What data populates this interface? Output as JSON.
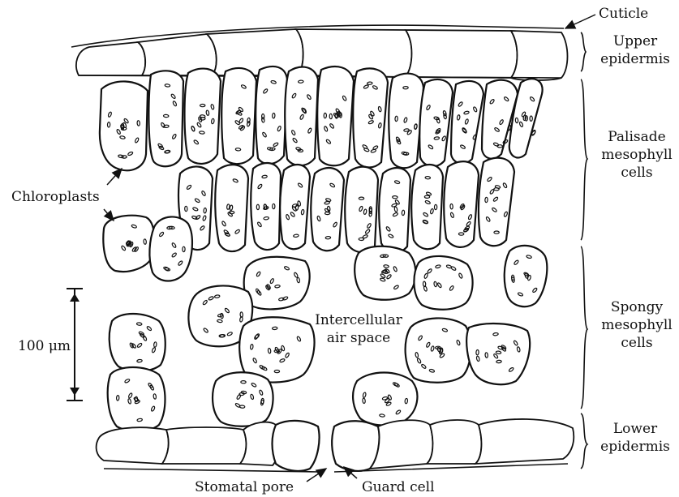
{
  "labels": {
    "cuticle": "Cuticle",
    "upper_epidermis": [
      "Upper",
      "epidermis"
    ],
    "palisade": [
      "Palisade",
      "mesophyll",
      "cells"
    ],
    "spongy": [
      "Spongy",
      "mesophyll",
      "cells"
    ],
    "lower_epidermis": [
      "Lower",
      "epidermis"
    ],
    "chloroplasts": "Chloroplasts",
    "intercellular": [
      "Intercellular",
      "air space"
    ],
    "scale_bar": "100 μm",
    "stomatal_pore": "Stomatal pore",
    "guard_cell": "Guard cell"
  }
}
